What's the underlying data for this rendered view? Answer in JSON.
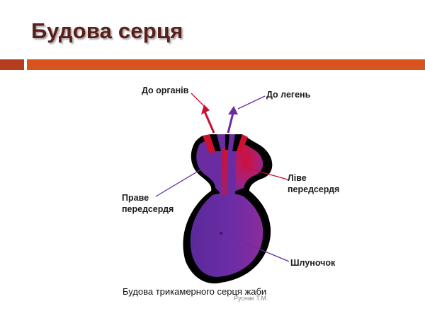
{
  "slide": {
    "title": "Будова серця",
    "accent_colors": {
      "left_bar": "#b53d1e",
      "right_bar": "#d9531e",
      "title": "#5a1f1a"
    }
  },
  "diagram": {
    "labels": {
      "to_organs": "До органів",
      "to_lungs": "До легень",
      "right_atrium_line1": "Праве",
      "right_atrium_line2": "передсердя",
      "left_atrium_line1": "Ліве",
      "left_atrium_line2": "передсердя",
      "ventricle": "Шлуночок"
    },
    "colors": {
      "arterial": "#c8102e",
      "venous": "#6a2ca0",
      "outline": "#000000"
    },
    "caption": "Будова трикамерного серця жаби",
    "author": "Руснак Т.М."
  }
}
